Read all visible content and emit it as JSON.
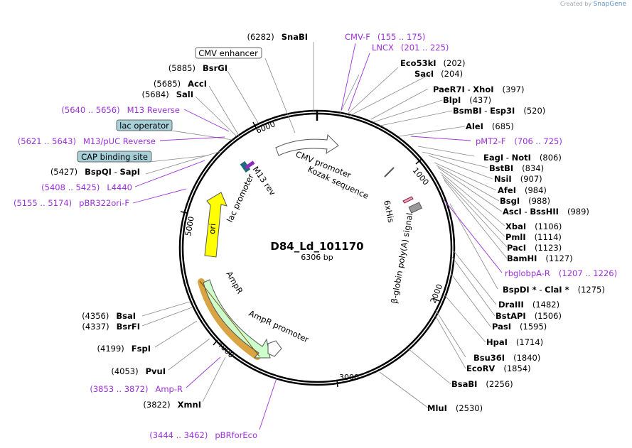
{
  "credit": {
    "prefix": "Created by",
    "brand": "SnapGene"
  },
  "plasmid": {
    "name": "D84_Ld_101170",
    "size": "6306 bp"
  },
  "ticks": [
    "1000",
    "2000",
    "3000",
    "4000",
    "5000",
    "6000"
  ],
  "features": {
    "cmv_enhancer": "CMV enhancer",
    "cmv_promoter": "CMV promoter",
    "kozak": "Kozak sequence",
    "his": "6xHis",
    "polya": "β-globin poly(A) signal",
    "m13rev": "M13 rev",
    "lac_promoter": "lac promoter",
    "ori": "ori",
    "ampr": "AmpR",
    "ampr_promoter": "AmpR promoter",
    "lac_operator": "lac operator",
    "cap_site": "CAP binding site"
  },
  "sites_right": [
    {
      "name": "CMV-F",
      "pos": "(155 .. 175)",
      "kind": "primer"
    },
    {
      "name": "LNCX",
      "pos": "(201 .. 225)",
      "kind": "primer"
    },
    {
      "name": "Eco53kI",
      "pos": "(202)",
      "kind": "enzyme"
    },
    {
      "name": "SacI",
      "pos": "(204)",
      "kind": "enzyme"
    },
    {
      "name": "PaeR7I",
      "name2": "XhoI",
      "pos": "(397)",
      "kind": "enzyme"
    },
    {
      "name": "BlpI",
      "pos": "(437)",
      "kind": "enzyme"
    },
    {
      "name": "BsmBI",
      "name2": "Esp3I",
      "pos": "(520)",
      "kind": "enzyme"
    },
    {
      "name": "AleI",
      "pos": "(685)",
      "kind": "enzyme"
    },
    {
      "name": "pMT2-F",
      "pos": "(706 .. 725)",
      "kind": "primer"
    },
    {
      "name": "EagI",
      "name2": "NotI",
      "pos": "(806)",
      "kind": "enzyme"
    },
    {
      "name": "BstBI",
      "pos": "(834)",
      "kind": "enzyme"
    },
    {
      "name": "NsiI",
      "pos": "(907)",
      "kind": "enzyme"
    },
    {
      "name": "AfeI",
      "pos": "(984)",
      "kind": "enzyme"
    },
    {
      "name": "BsgI",
      "pos": "(988)",
      "kind": "enzyme"
    },
    {
      "name": "AscI",
      "name2": "BssHII",
      "pos": "(989)",
      "kind": "enzyme"
    },
    {
      "name": "XbaI",
      "pos": "(1106)",
      "kind": "enzyme"
    },
    {
      "name": "PmlI",
      "pos": "(1114)",
      "kind": "enzyme"
    },
    {
      "name": "PacI",
      "pos": "(1123)",
      "kind": "enzyme"
    },
    {
      "name": "BamHI",
      "pos": "(1127)",
      "kind": "enzyme"
    },
    {
      "name": "rbglobpA-R",
      "pos": "(1207 .. 1226)",
      "kind": "primer"
    },
    {
      "name": "BspDI *",
      "name2": "ClaI *",
      "pos": "(1275)",
      "kind": "enzyme"
    },
    {
      "name": "DraIII",
      "pos": "(1482)",
      "kind": "enzyme"
    },
    {
      "name": "BstAPI",
      "pos": "(1506)",
      "kind": "enzyme"
    },
    {
      "name": "PasI",
      "pos": "(1595)",
      "kind": "enzyme"
    },
    {
      "name": "HpaI",
      "pos": "(1714)",
      "kind": "enzyme"
    },
    {
      "name": "Bsu36I",
      "pos": "(1840)",
      "kind": "enzyme"
    },
    {
      "name": "EcoRV",
      "pos": "(1854)",
      "kind": "enzyme"
    },
    {
      "name": "BsaBI",
      "pos": "(2256)",
      "kind": "enzyme"
    },
    {
      "name": "MluI",
      "pos": "(2530)",
      "kind": "enzyme"
    }
  ],
  "sites_left": [
    {
      "name": "SnaBI",
      "pos": "(6282)",
      "kind": "enzyme"
    },
    {
      "name": "BsrGI",
      "pos": "(5885)",
      "kind": "enzyme"
    },
    {
      "name": "AccI",
      "pos": "(5685)",
      "kind": "enzyme"
    },
    {
      "name": "SalI",
      "pos": "(5684)",
      "kind": "enzyme"
    },
    {
      "name": "M13 Reverse",
      "pos": "(5640 .. 5656)",
      "kind": "primer"
    },
    {
      "name": "M13/pUC Reverse",
      "pos": "(5621 .. 5643)",
      "kind": "primer"
    },
    {
      "name": "BspQI",
      "name2": "SapI",
      "pos": "(5427)",
      "kind": "enzyme"
    },
    {
      "name": "L4440",
      "pos": "(5408 .. 5425)",
      "kind": "primer"
    },
    {
      "name": "pBR322ori-F",
      "pos": "(5155 .. 5174)",
      "kind": "primer"
    },
    {
      "name": "BsaI",
      "pos": "(4356)",
      "kind": "enzyme"
    },
    {
      "name": "BsrFI",
      "pos": "(4337)",
      "kind": "enzyme"
    },
    {
      "name": "FspI",
      "pos": "(4199)",
      "kind": "enzyme"
    },
    {
      "name": "PvuI",
      "pos": "(4053)",
      "kind": "enzyme"
    },
    {
      "name": "Amp-R",
      "pos": "(3853 .. 3872)",
      "kind": "primer"
    },
    {
      "name": "XmnI",
      "pos": "(3822)",
      "kind": "enzyme"
    },
    {
      "name": "pBRforEco",
      "pos": "(3444 .. 3462)",
      "kind": "primer"
    }
  ],
  "colors": {
    "primer": "#9b30d9",
    "enzyme": "#000000",
    "ori": "#ffff00",
    "ampr": "#ccffcc",
    "ampr_outline": "#d9a441",
    "lac_operator": "#a6cfd8"
  }
}
